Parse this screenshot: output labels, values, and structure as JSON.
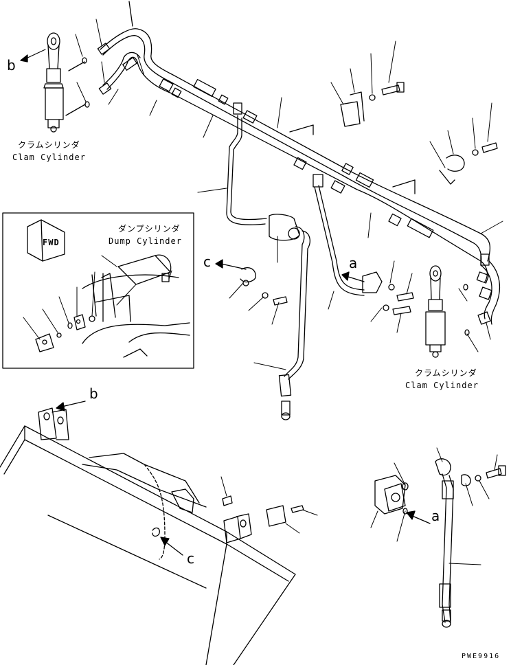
{
  "labels": {
    "clam_cylinder_left_jp": "クラムシリンダ",
    "clam_cylinder_left_en": "Clam Cylinder",
    "clam_cylinder_right_jp": "クラムシリンダ",
    "clam_cylinder_right_en": "Clam Cylinder",
    "dump_cylinder_jp": "ダンプシリンダ",
    "dump_cylinder_en": "Dump Cylinder",
    "fwd": "FWD"
  },
  "callouts": {
    "b_top": "b",
    "b_bucket": "b",
    "c_main": "c",
    "c_bucket": "c",
    "a_main": "a",
    "a_detail": "a"
  },
  "drawing_code": "PWE9916"
}
